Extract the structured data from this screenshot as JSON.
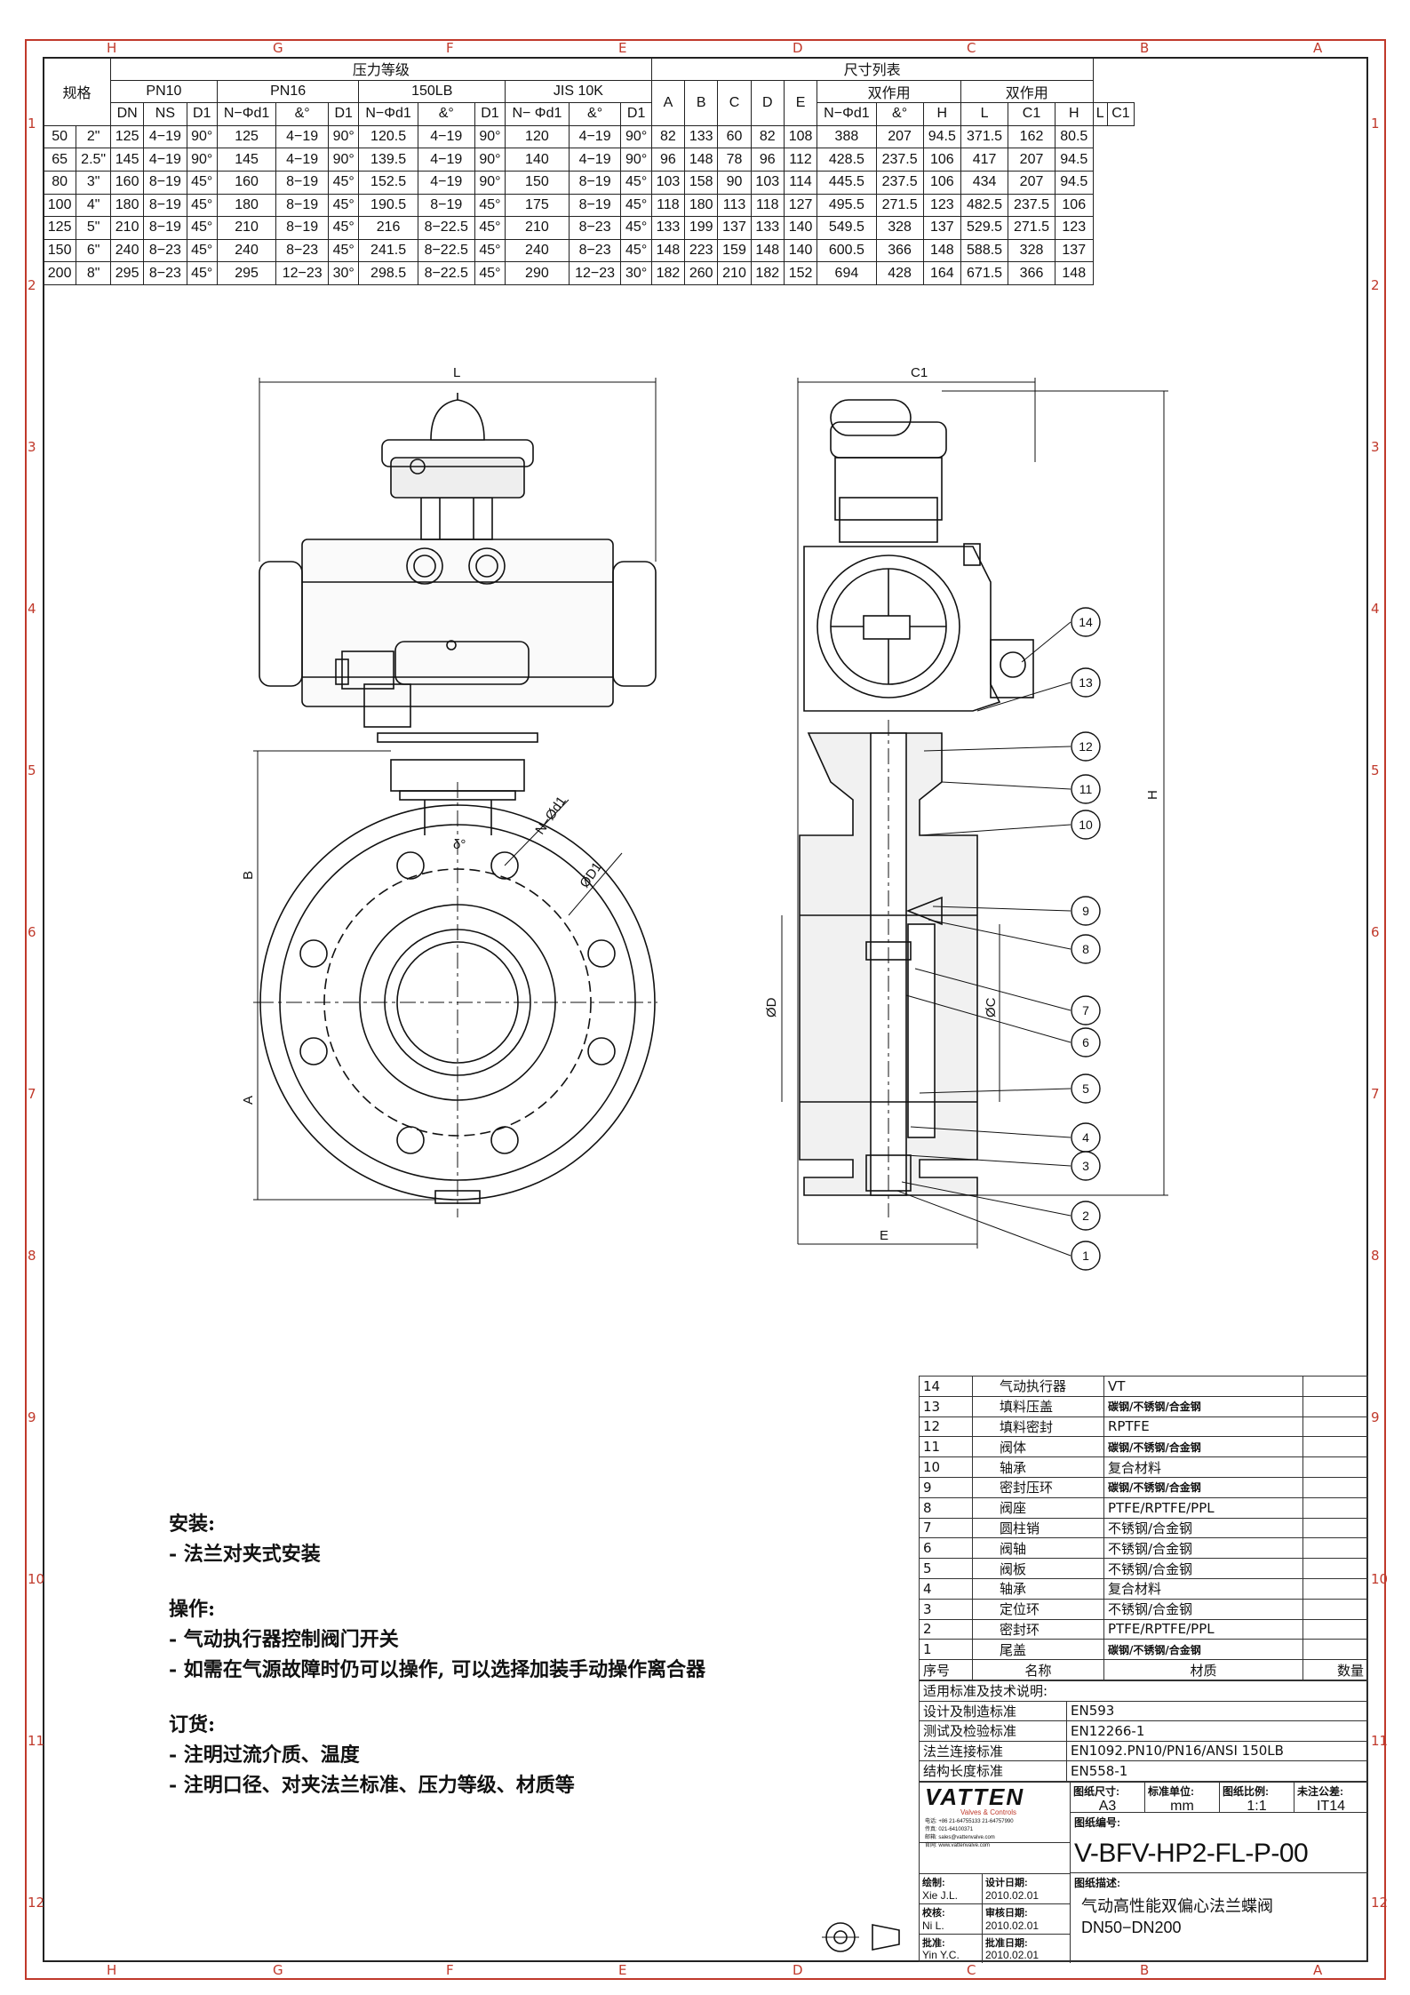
{
  "zones": {
    "columns": [
      "H",
      "G",
      "F",
      "E",
      "D",
      "C",
      "B",
      "A"
    ],
    "rows": [
      "1",
      "2",
      "3",
      "4",
      "5",
      "6",
      "7",
      "8",
      "9",
      "10",
      "11",
      "12"
    ]
  },
  "dim_table": {
    "h_spec": "规格",
    "h_pressure": "压力等级",
    "h_size": "尺寸列表",
    "pn10": "PN10",
    "pn16": "PN16",
    "lb150": "150LB",
    "jis": "JIS 10K",
    "col_dn": "DN",
    "col_ns": "NS",
    "col_d1": "D1",
    "col_nd1": "N−Φd1",
    "col_nd1_b": "N− Φd1",
    "col_delta": "&°",
    "col_a": "A",
    "col_b": "B",
    "col_c": "C",
    "col_d": "D",
    "col_e": "E",
    "double_acting": "双作用",
    "col_h": "H",
    "col_l": "L",
    "col_c1": "C1",
    "rows": [
      [
        "50",
        "2\"",
        "125",
        "4−19",
        "90°",
        "125",
        "4−19",
        "90°",
        "120.5",
        "4−19",
        "90°",
        "120",
        "4−19",
        "90°",
        "82",
        "133",
        "60",
        "82",
        "108",
        "388",
        "207",
        "94.5",
        "371.5",
        "162",
        "80.5"
      ],
      [
        "65",
        "2.5\"",
        "145",
        "4−19",
        "90°",
        "145",
        "4−19",
        "90°",
        "139.5",
        "4−19",
        "90°",
        "140",
        "4−19",
        "90°",
        "96",
        "148",
        "78",
        "96",
        "112",
        "428.5",
        "237.5",
        "106",
        "417",
        "207",
        "94.5"
      ],
      [
        "80",
        "3\"",
        "160",
        "8−19",
        "45°",
        "160",
        "8−19",
        "45°",
        "152.5",
        "4−19",
        "90°",
        "150",
        "8−19",
        "45°",
        "103",
        "158",
        "90",
        "103",
        "114",
        "445.5",
        "237.5",
        "106",
        "434",
        "207",
        "94.5"
      ],
      [
        "100",
        "4\"",
        "180",
        "8−19",
        "45°",
        "180",
        "8−19",
        "45°",
        "190.5",
        "8−19",
        "45°",
        "175",
        "8−19",
        "45°",
        "118",
        "180",
        "113",
        "118",
        "127",
        "495.5",
        "271.5",
        "123",
        "482.5",
        "237.5",
        "106"
      ],
      [
        "125",
        "5\"",
        "210",
        "8−19",
        "45°",
        "210",
        "8−19",
        "45°",
        "216",
        "8−22.5",
        "45°",
        "210",
        "8−23",
        "45°",
        "133",
        "199",
        "137",
        "133",
        "140",
        "549.5",
        "328",
        "137",
        "529.5",
        "271.5",
        "123"
      ],
      [
        "150",
        "6\"",
        "240",
        "8−23",
        "45°",
        "240",
        "8−23",
        "45°",
        "241.5",
        "8−22.5",
        "45°",
        "240",
        "8−23",
        "45°",
        "148",
        "223",
        "159",
        "148",
        "140",
        "600.5",
        "366",
        "148",
        "588.5",
        "328",
        "137"
      ],
      [
        "200",
        "8\"",
        "295",
        "8−23",
        "45°",
        "295",
        "12−23",
        "30°",
        "298.5",
        "8−22.5",
        "45°",
        "290",
        "12−23",
        "30°",
        "182",
        "260",
        "210",
        "182",
        "152",
        "694",
        "428",
        "164",
        "671.5",
        "366",
        "148"
      ]
    ]
  },
  "drawing": {
    "dim_L": "L",
    "dim_B": "B",
    "dim_A": "A",
    "dim_C1": "C1",
    "dim_H": "H",
    "dim_D": "ØD",
    "dim_C": "ØC",
    "dim_E": "E",
    "dim_D1": "ØD1",
    "dim_Nd1": "N−Ød1",
    "dim_delta": "δ°",
    "balloons": [
      "14",
      "13",
      "12",
      "11",
      "10",
      "9",
      "8",
      "7",
      "6",
      "5",
      "4",
      "3",
      "2",
      "1"
    ]
  },
  "bom": {
    "rows": [
      [
        "14",
        "气动执行器",
        "VT",
        ""
      ],
      [
        "13",
        "填料压盖",
        "碳钢/不锈钢/合金钢",
        ""
      ],
      [
        "12",
        "填料密封",
        "RPTFE",
        ""
      ],
      [
        "11",
        "阀体",
        "碳钢/不锈钢/合金钢",
        ""
      ],
      [
        "10",
        "轴承",
        "复合材料",
        ""
      ],
      [
        "9",
        "密封压环",
        "碳钢/不锈钢/合金钢",
        ""
      ],
      [
        "8",
        "阀座",
        "PTFE/RPTFE/PPL",
        ""
      ],
      [
        "7",
        "圆柱销",
        "不锈钢/合金钢",
        ""
      ],
      [
        "6",
        "阀轴",
        "不锈钢/合金钢",
        ""
      ],
      [
        "5",
        "阀板",
        "不锈钢/合金钢",
        ""
      ],
      [
        "4",
        "轴承",
        "复合材料",
        ""
      ],
      [
        "3",
        "定位环",
        "不锈钢/合金钢",
        ""
      ],
      [
        "2",
        "密封环",
        "PTFE/RPTFE/PPL",
        ""
      ],
      [
        "1",
        "尾盖",
        "碳钢/不锈钢/合金钢",
        ""
      ]
    ],
    "header": [
      "序号",
      "名称",
      "材质",
      "数量"
    ]
  },
  "standards": {
    "title": "适用标准及技术说明:",
    "rows": [
      [
        "设计及制造标准",
        "EN593"
      ],
      [
        "测试及检验标准",
        "EN12266-1"
      ],
      [
        "法兰连接标准",
        "EN1092.PN10/PN16/ANSI 150LB"
      ],
      [
        "结构长度标准",
        "EN558-1"
      ]
    ]
  },
  "notes": {
    "install_title": "安装:",
    "install_1": "- 法兰对夹式安装",
    "operate_title": "操作:",
    "operate_1": "- 气动执行器控制阀门开关",
    "operate_2": "- 如需在气源故障时仍可以操作, 可以选择加装手动操作离合器",
    "order_title": "订货:",
    "order_1": "- 注明过流介质、温度",
    "order_2": "- 注明口径、对夹法兰标准、压力等级、材质等"
  },
  "title_block": {
    "logo": "VATTEN",
    "logo_sub": "Valves & Controls",
    "contact_1": "电话: +86 21-64755133 21-64757990",
    "contact_2": "传真: 021-64100371",
    "contact_3": "邮箱: sales@vattenvalve.com",
    "contact_4": "官网: www.vattenvalve.com",
    "lbl_size": "图纸尺寸:",
    "val_size": "A3",
    "lbl_unit": "标准单位:",
    "val_unit": "mm",
    "lbl_scale": "图纸比例:",
    "val_scale": "1:1",
    "lbl_tol": "未注公差:",
    "val_tol": "IT14",
    "lbl_drawno": "图纸编号:",
    "drawing_no": "V-BFV-HP2-FL-P-00",
    "lbl_draw": "绘制:",
    "drawer": "Xie J.L.",
    "lbl_ddate": "设计日期:",
    "ddate": "2010.02.01",
    "lbl_check": "校核:",
    "checker": "Ni L.",
    "lbl_cdate": "审核日期:",
    "cdate": "2010.02.01",
    "lbl_approve": "批准:",
    "approver": "Yin Y.C.",
    "lbl_adate": "批准日期:",
    "adate": "2010.02.01",
    "lbl_desc": "图纸描述:",
    "desc_1": "气动高性能双偏心法兰蝶阀",
    "desc_2": "DN50−DN200"
  }
}
